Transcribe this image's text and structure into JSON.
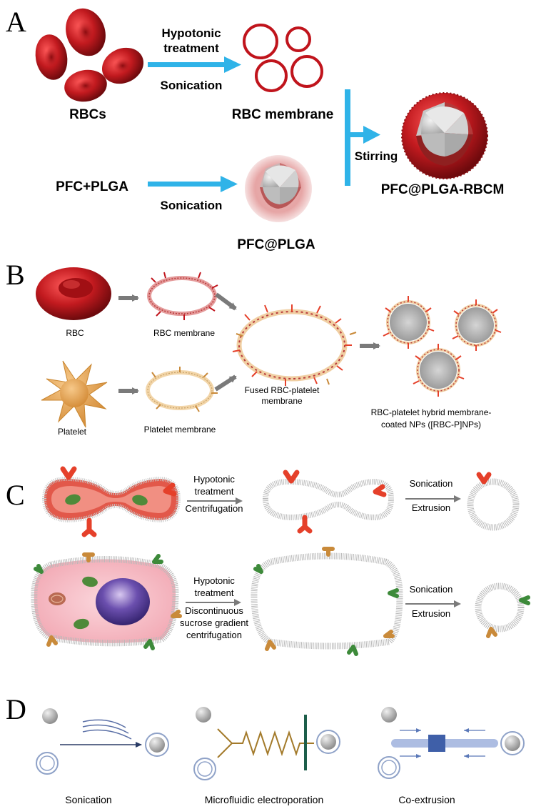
{
  "panels": {
    "a": {
      "letter": "A",
      "rbcs": "RBCs",
      "hypotonic_line1": "Hypotonic",
      "hypotonic_line2": "treatment",
      "sonication_top": "Sonication",
      "rbc_membrane": "RBC membrane",
      "pfc_plga_input": "PFC+PLGA",
      "sonication_bottom": "Sonication",
      "pfc_plga": "PFC@PLGA",
      "stirring": "Stirring",
      "product": "PFC@PLGA-RBCM"
    },
    "b": {
      "letter": "B",
      "rbc": "RBC",
      "rbc_membrane": "RBC membrane",
      "platelet": "Platelet",
      "platelet_membrane": "Platelet membrane",
      "fused_line1": "Fused RBC-platelet",
      "fused_line2": "membrane",
      "hybrid_line1": "RBC-platelet hybrid membrane-",
      "hybrid_line2": "coated NPs ([RBC-P]NPs)"
    },
    "c": {
      "letter": "C",
      "top_step1_line1": "Hypotonic",
      "top_step1_line2": "treatment",
      "top_step1_line3": "Centrifugation",
      "top_step2_line1": "Sonication",
      "top_step2_line2": "Extrusion",
      "bottom_step1_line1": "Hypotonic",
      "bottom_step1_line2": "treatment",
      "bottom_step1_line3": "Discontinuous",
      "bottom_step1_line4": "sucrose gradient",
      "bottom_step1_line5": "centrifugation",
      "bottom_step2_line1": "Sonication",
      "bottom_step2_line2": "Extrusion"
    },
    "d": {
      "letter": "D",
      "method1": "Sonication",
      "method2": "Microfluidic electroporation",
      "method3": "Co-extrusion"
    }
  },
  "colors": {
    "arrow_blue": "#2fb3e8",
    "rbc_red": "#c0141c",
    "platelet_orange": "#e7a54e",
    "gray_arrow": "#7a7a7a",
    "receptor_red": "#e5402a",
    "receptor_green": "#3d8a3a",
    "receptor_tan": "#c98a3a",
    "navy_line": "#2a3c66",
    "electrode_green": "#1d5e4a",
    "coil_brown": "#a37a2a"
  }
}
